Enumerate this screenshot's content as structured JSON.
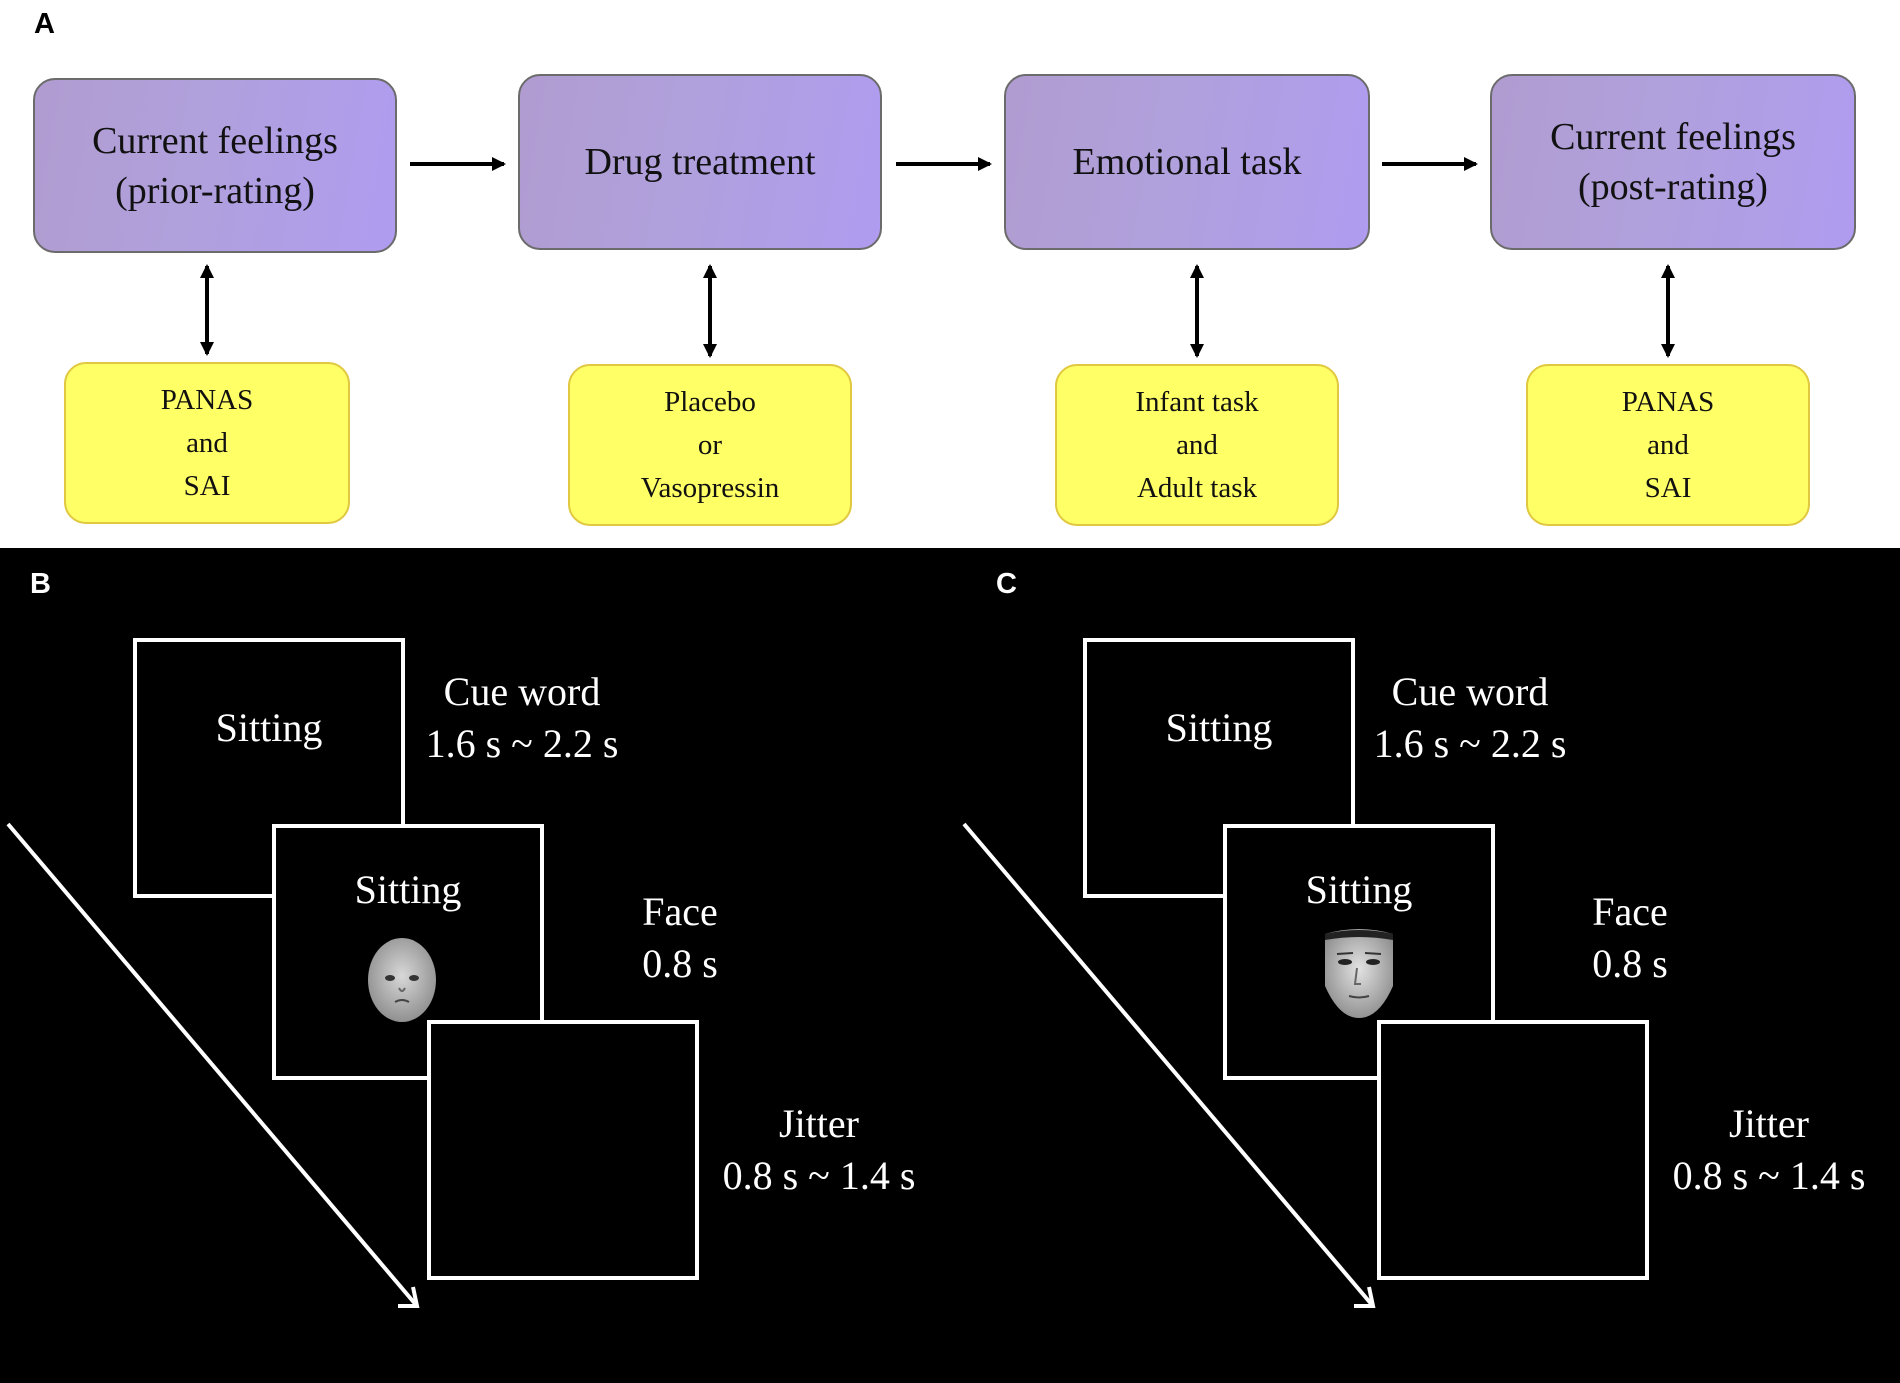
{
  "panel_a": {
    "letter": "A",
    "steps": [
      {
        "line1": "Current feelings",
        "line2": "(prior-rating)",
        "measure": [
          "PANAS",
          "and",
          "SAI"
        ]
      },
      {
        "line1": "Drug treatment",
        "line2": "",
        "measure": [
          "Placebo",
          "or",
          "Vasopressin"
        ]
      },
      {
        "line1": "Emotional task",
        "line2": "",
        "measure": [
          "Infant task",
          "and",
          "Adult task"
        ]
      },
      {
        "line1": "Current feelings",
        "line2": "(post-rating)",
        "measure": [
          "PANAS",
          "and",
          "SAI"
        ]
      }
    ],
    "colors": {
      "step_box": "#b0a0dc",
      "measure_box": "#ffff66"
    }
  },
  "panel_b": {
    "letter": "B",
    "cue_screen_word": "Sitting",
    "face_screen_word": "Sitting",
    "face_icon": "infant-face",
    "timings": {
      "cue_label": "Cue word",
      "cue_time": "1.6 s ~ 2.2 s",
      "face_label": "Face",
      "face_time": "0.8 s",
      "jitter_label": "Jitter",
      "jitter_time": "0.8 s ~ 1.4 s"
    }
  },
  "panel_c": {
    "letter": "C",
    "cue_screen_word": "Sitting",
    "face_screen_word": "Sitting",
    "face_icon": "adult-face",
    "timings": {
      "cue_label": "Cue word",
      "cue_time": "1.6 s ~ 2.2 s",
      "face_label": "Face",
      "face_time": "0.8 s",
      "jitter_label": "Jitter",
      "jitter_time": "0.8 s ~ 1.4 s"
    }
  }
}
